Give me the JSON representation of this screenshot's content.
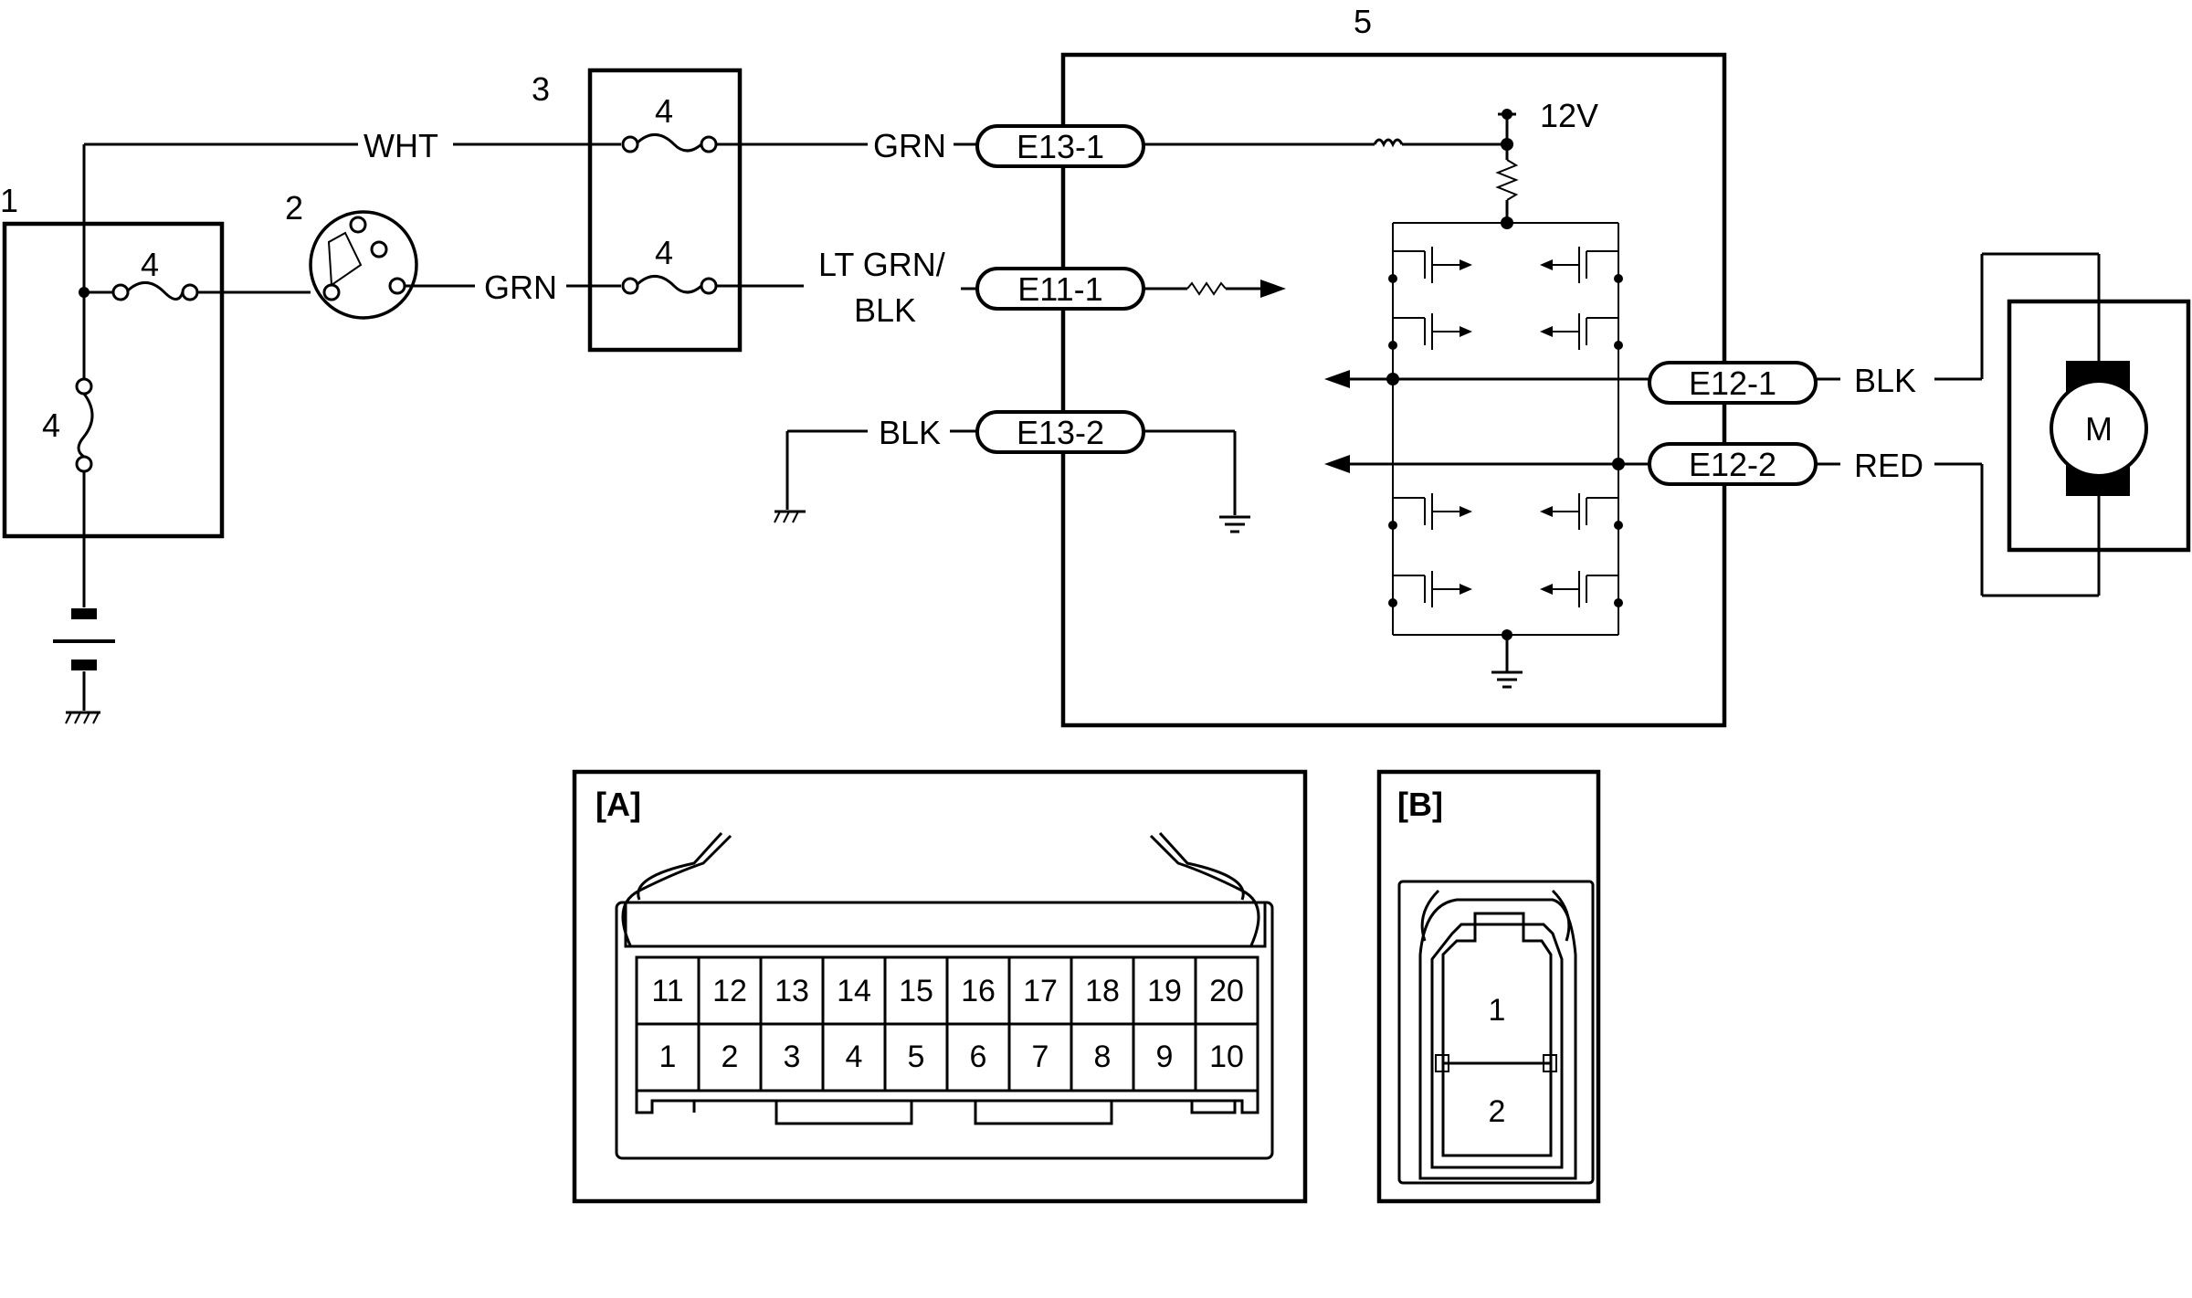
{
  "components": {
    "battery_box": "1",
    "ignition_switch": "2",
    "junction_block": "3",
    "fuse": "4",
    "control_module": "5",
    "motor": "M"
  },
  "voltage": "12V",
  "wires": {
    "wht": "WHT",
    "grn_top": "GRN",
    "grn_mid": "GRN",
    "ltgrn_1": "LT GRN/",
    "ltgrn_2": "BLK",
    "blk_ground": "BLK",
    "blk_motor": "BLK",
    "red_motor": "RED"
  },
  "connectors": {
    "e13_1": "E13-1",
    "e11_1": "E11-1",
    "e13_2": "E13-2",
    "e12_1": "E12-1",
    "e12_2": "E12-2"
  },
  "views": {
    "a_label": "[A]",
    "b_label": "[B]",
    "a_pins_top": [
      "11",
      "12",
      "13",
      "14",
      "15",
      "16",
      "17",
      "18",
      "19",
      "20"
    ],
    "a_pins_bottom": [
      "1",
      "2",
      "3",
      "4",
      "5",
      "6",
      "7",
      "8",
      "9",
      "10"
    ],
    "b_pins": [
      "1",
      "2"
    ]
  }
}
